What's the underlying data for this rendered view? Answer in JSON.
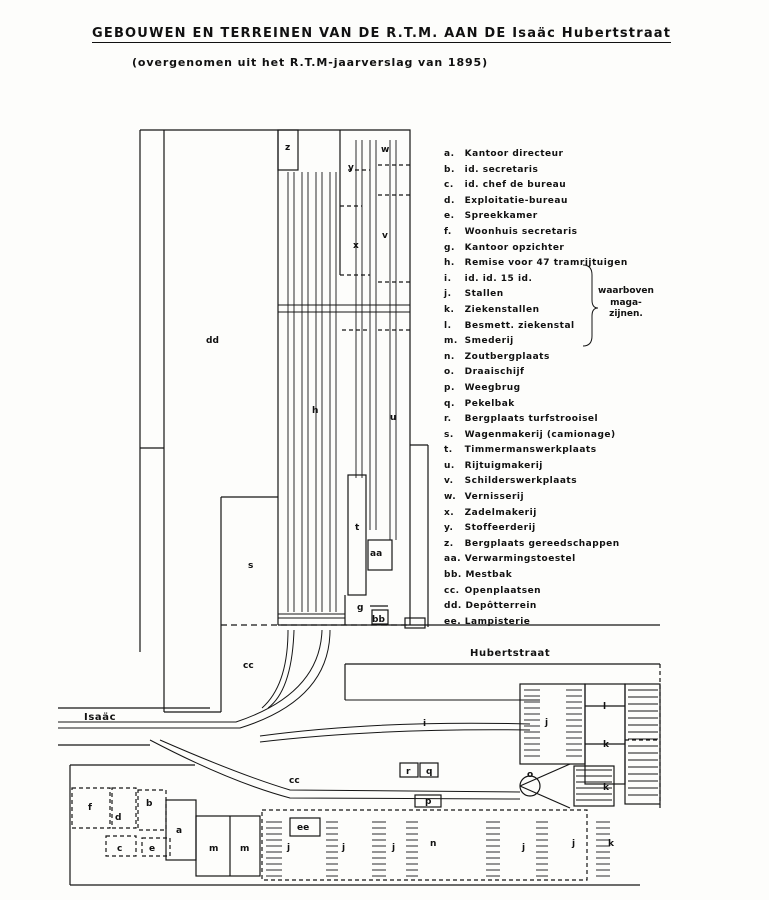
{
  "header": {
    "title": "GEBOUWEN EN TERREINEN VAN DE R.T.M. AAN DE Isaäc Hubertstraat",
    "subtitle": "(overgenomen uit het R.T.M-jaarverslag van 1895)"
  },
  "legend": [
    {
      "key": "a.",
      "text": "Kantoor directeur"
    },
    {
      "key": "b.",
      "text": "id.     secretaris"
    },
    {
      "key": "c.",
      "text": "id.     chef de bureau"
    },
    {
      "key": "d.",
      "text": "Exploitatie-bureau"
    },
    {
      "key": "e.",
      "text": "Spreekkamer"
    },
    {
      "key": "f.",
      "text": "Woonhuis secretaris"
    },
    {
      "key": "g.",
      "text": "Kantoor opzichter"
    },
    {
      "key": "h.",
      "text": "Remise voor 47 tramrijtuigen"
    },
    {
      "key": "i.",
      "text": "id.     id.  15   id."
    },
    {
      "key": "j.",
      "text": "Stallen"
    },
    {
      "key": "k.",
      "text": "Ziekenstallen"
    },
    {
      "key": "l.",
      "text": "Besmett. ziekenstal"
    },
    {
      "key": "m.",
      "text": "Smederij"
    },
    {
      "key": "n.",
      "text": "Zoutbergplaats"
    },
    {
      "key": "o.",
      "text": "Draaischijf"
    },
    {
      "key": "p.",
      "text": "Weegbrug"
    },
    {
      "key": "q.",
      "text": "Pekelbak"
    },
    {
      "key": "r.",
      "text": "Bergplaats turfstrooisel"
    },
    {
      "key": "s.",
      "text": "Wagenmakerij (camionage)"
    },
    {
      "key": "t.",
      "text": "Timmermanswerkplaats"
    },
    {
      "key": "u.",
      "text": "Rijtuigmakerij"
    },
    {
      "key": "v.",
      "text": "Schilderswerkplaats"
    },
    {
      "key": "w.",
      "text": "Vernisserij"
    },
    {
      "key": "x.",
      "text": "Zadelmakerij"
    },
    {
      "key": "y.",
      "text": "Stoffeerderij"
    },
    {
      "key": "z.",
      "text": "Bergplaats gereedschappen"
    },
    {
      "key": "aa.",
      "text": "Verwarmingstoestel"
    },
    {
      "key": "bb.",
      "text": "Mestbak"
    },
    {
      "key": "cc.",
      "text": "Openplaatsen"
    },
    {
      "key": "dd.",
      "text": "Depôtterrein"
    },
    {
      "key": "ee.",
      "text": "Lampisterie"
    }
  ],
  "brace_note": [
    "waarboven",
    "maga-",
    "zijnen."
  ],
  "streets": {
    "hubertstraat": "Hubertstraat",
    "isaac": "Isaäc"
  },
  "plan_labels": {
    "z_top": "z",
    "y": "y",
    "w": "w",
    "x": "x",
    "v": "v",
    "dd": "dd",
    "h": "h",
    "u": "u",
    "t": "t",
    "aa": "aa",
    "s": "s",
    "g": "g",
    "bb": "bb",
    "cc_upper": "cc",
    "cc_lower": "cc",
    "i": "i",
    "j_upper": "j",
    "l": "l",
    "k_upper": "k",
    "k_mid": "k",
    "r": "r",
    "q": "q",
    "o": "o",
    "p": "p",
    "f": "f",
    "d": "d",
    "b": "b",
    "a": "a",
    "c": "c",
    "e": "e",
    "m1": "m",
    "m2": "m",
    "ee": "ee",
    "j1": "j",
    "j2": "j",
    "j3": "j",
    "n": "n",
    "j4": "j",
    "j5": "j",
    "k_low": "k"
  }
}
